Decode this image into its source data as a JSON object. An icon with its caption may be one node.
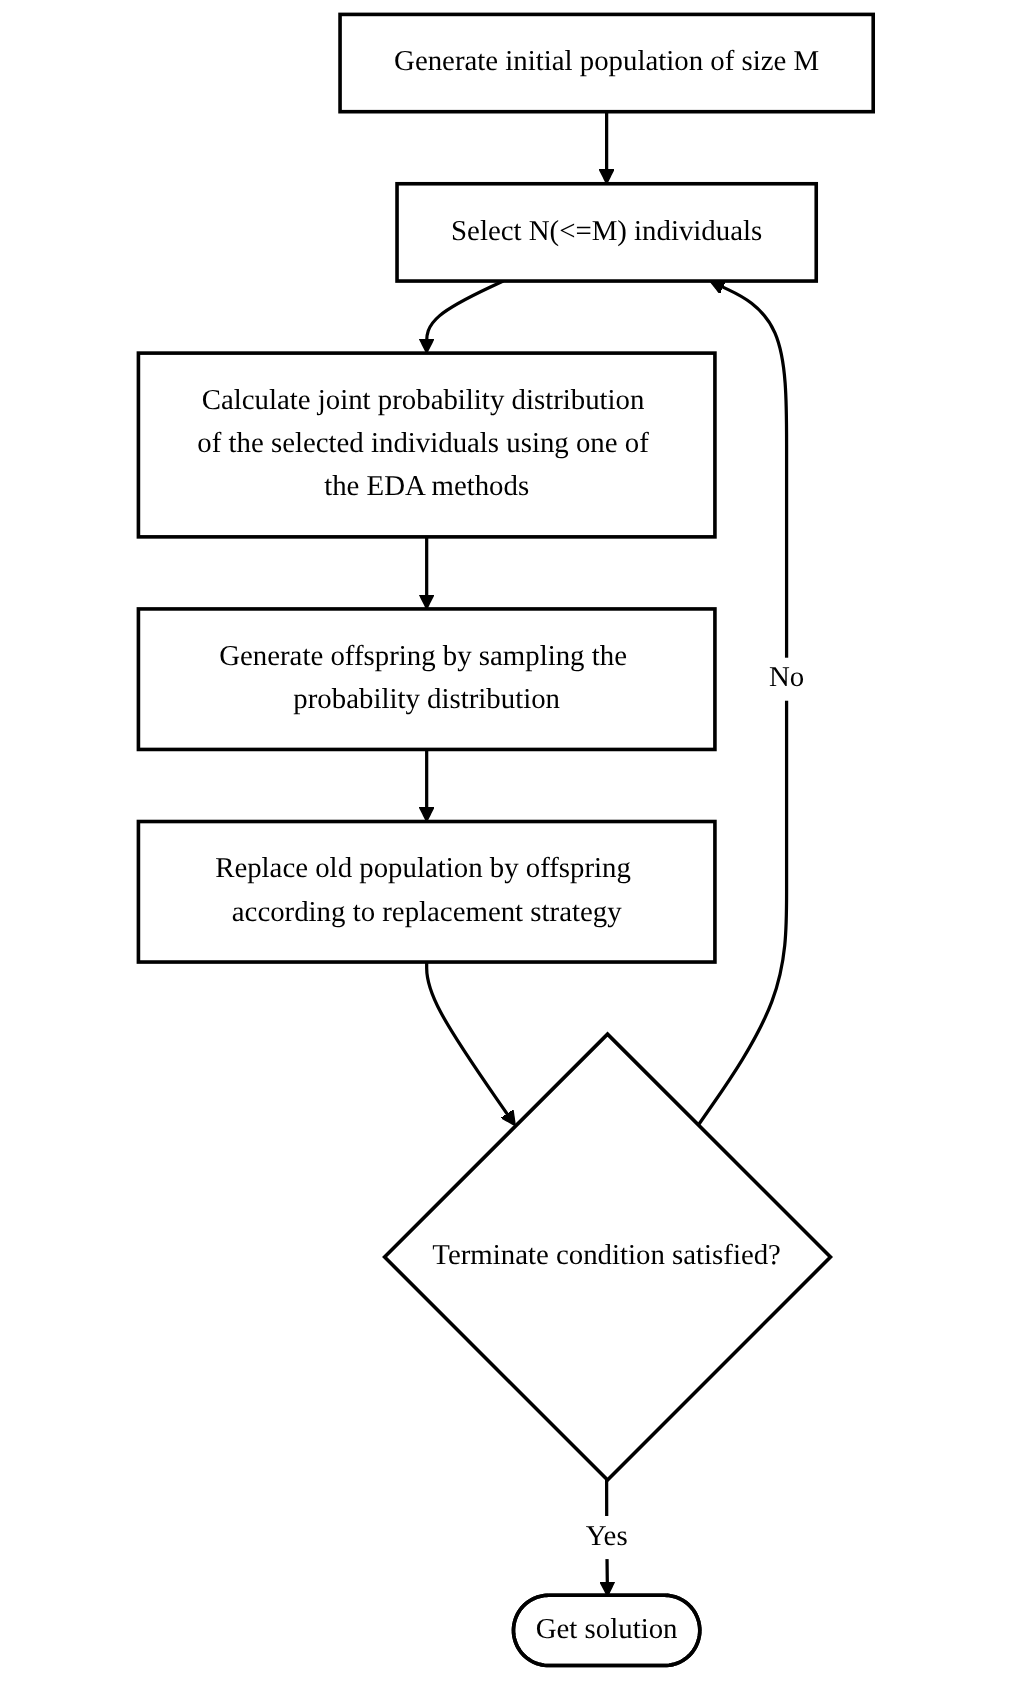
{
  "diagram": {
    "nodes": [
      {
        "text": [
          "Generate initial population of size M"
        ]
      },
      {
        "text": [
          "Select  N(<=M) individuals"
        ]
      },
      {
        "text": [
          "Calculate joint probability distribution of the selected individuals using one of the EDA methods"
        ]
      },
      {
        "text": [
          "Generate offspring by sampling the probability distribution"
        ]
      },
      {
        "text": [
          "Replace old population by offspring according to replacement strategy"
        ]
      },
      {
        "text": [
          "Terminate condition satisfied?"
        ]
      },
      {
        "text": [
          "Get solution"
        ]
      }
    ],
    "edges": [
      {
        "from": 0,
        "to": 1,
        "arrow": "to"
      },
      {
        "from": 1,
        "to": 2,
        "arrow": "to"
      },
      {
        "from": 2,
        "to": 3,
        "arrow": "to"
      },
      {
        "from": 3,
        "to": 4,
        "arrow": "to"
      },
      {
        "from": 4,
        "to": 5,
        "arrow": "to"
      },
      {
        "from": 5,
        "to": 1,
        "label": "No",
        "arrow": "to"
      },
      {
        "from": 5,
        "to": 6,
        "label": "Yes",
        "arrow": "to"
      }
    ]
  }
}
